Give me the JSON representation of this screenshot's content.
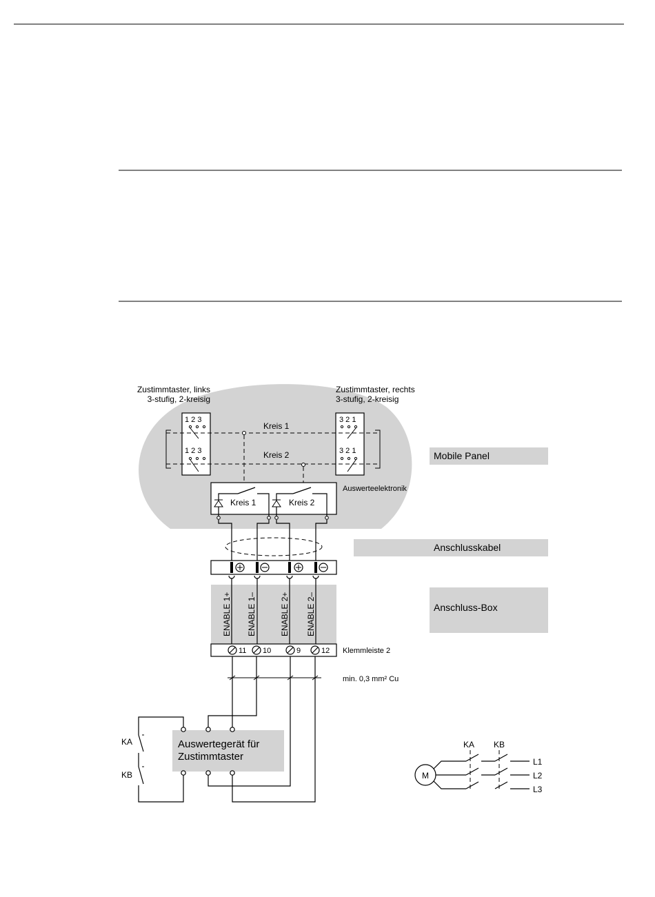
{
  "labels": {
    "switch_left_title": "Zustimmtaster, links",
    "switch_left_sub": "3-stufig, 2-kreisig",
    "switch_right_title": "Zustimmtaster, rechts",
    "switch_right_sub": "3-stufig, 2-kreisig",
    "left_numbers_1": "1 2 3",
    "left_numbers_2": "1 2 3",
    "right_numbers_1": "3 2 1",
    "right_numbers_2": "3 2 1",
    "kreis1_line": "Kreis 1",
    "kreis2_line": "Kreis 2",
    "kreis1_box": "Kreis 1",
    "kreis2_box": "Kreis 2",
    "mobile_panel": "Mobile Panel",
    "auswerteelektronik": "Auswerteelektronik",
    "anschlusskabel": "Anschlusskabel",
    "anschluss_box": "Anschluss-Box",
    "enable_1p": "ENABLE 1+",
    "enable_1m": "ENABLE 1–",
    "enable_2p": "ENABLE 2+",
    "enable_2m": "ENABLE 2–",
    "term_11": "11",
    "term_10": "10",
    "term_9": "9",
    "term_12": "12",
    "klemmleiste": "Klemmleiste 2",
    "cable_spec": "min. 0,3 mm² Cu",
    "evaluator_line1": "Auswertegerät für",
    "evaluator_line2": "Zustimmtaster",
    "ka": "KA",
    "kb": "KB",
    "motor_ka": "KA",
    "motor_kb": "KB",
    "motor": "M",
    "l1": "L1",
    "l2": "L2",
    "l3": "L3"
  }
}
